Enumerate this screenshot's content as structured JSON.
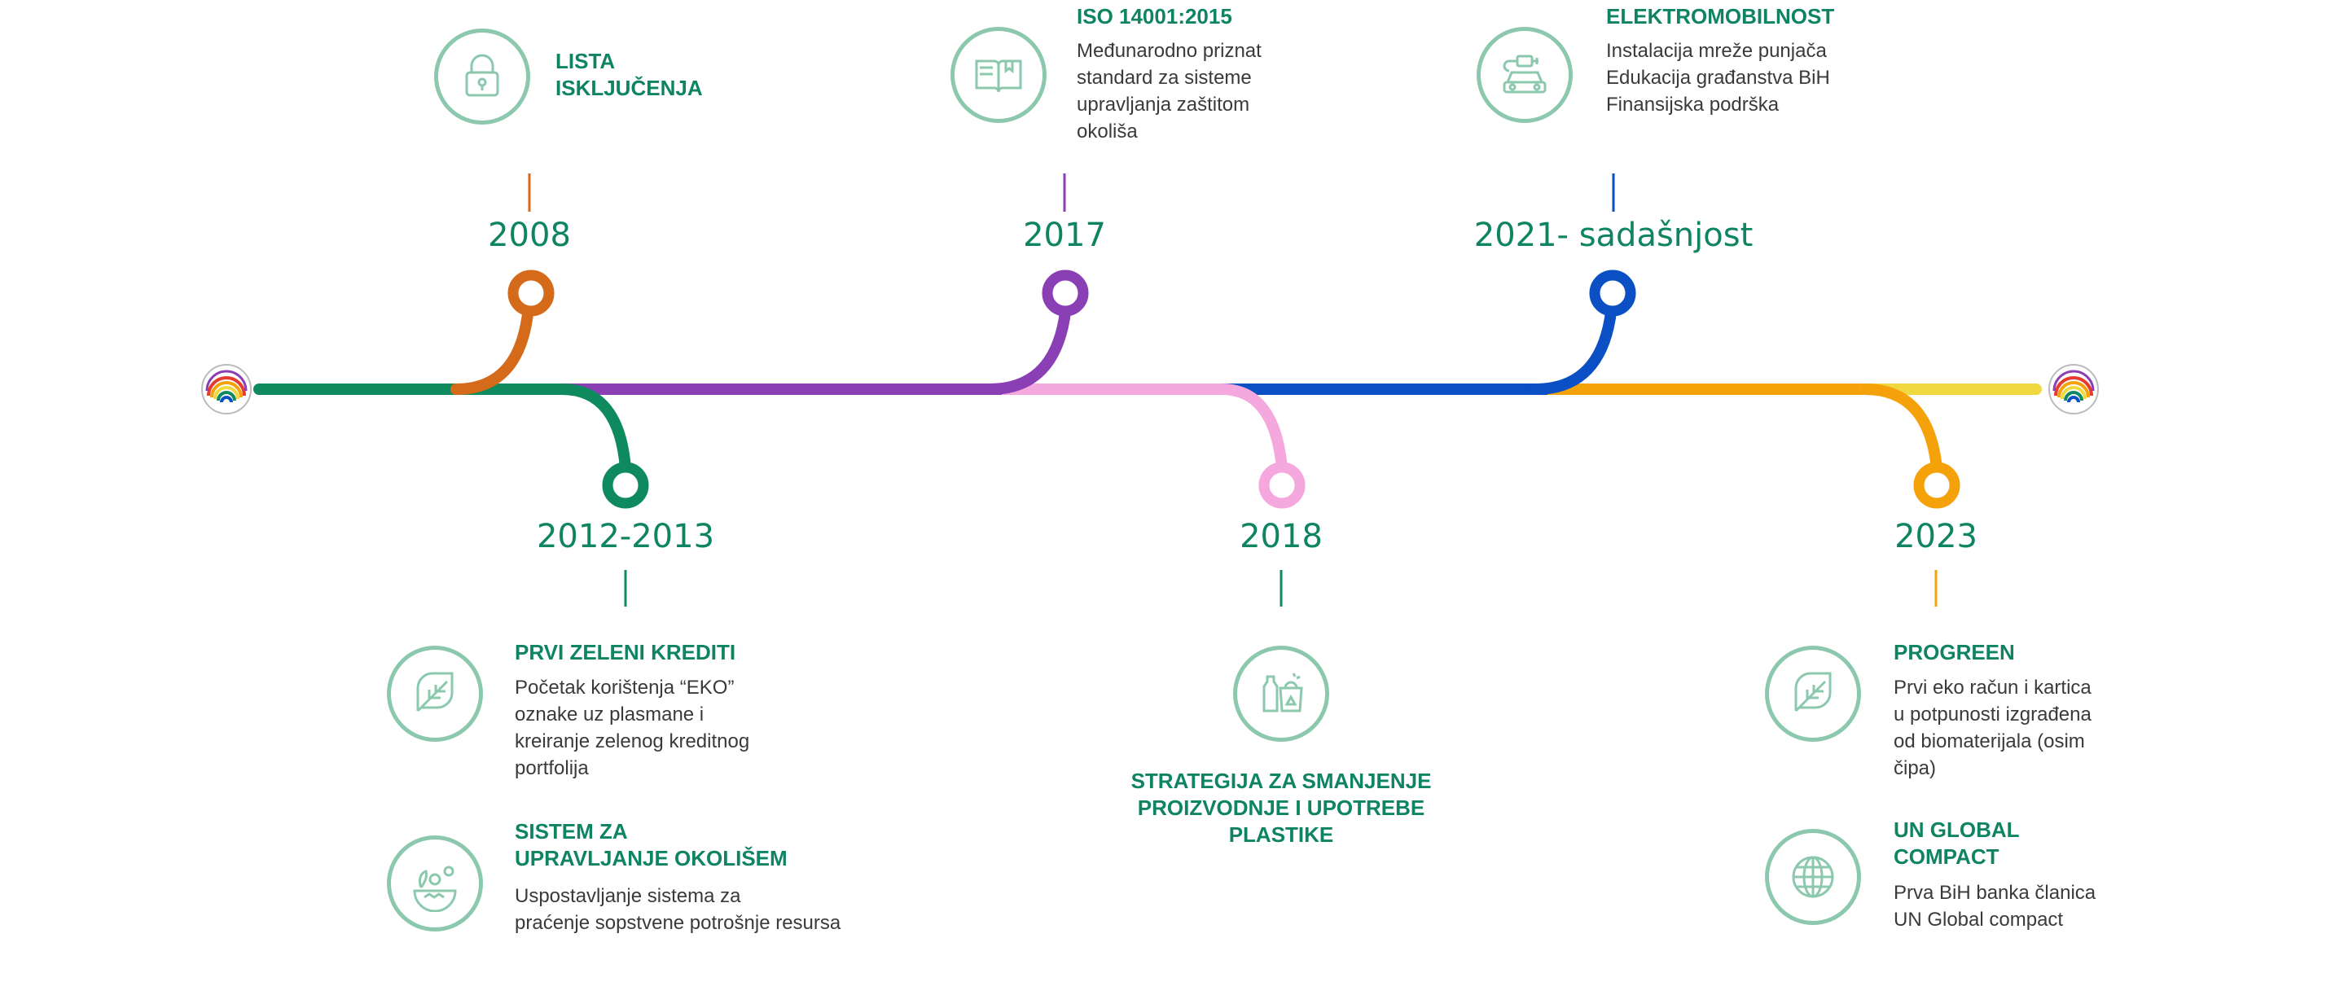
{
  "timeline": {
    "line_colors": [
      "#0f8a5f",
      "#d46a1a",
      "#8a3fb5",
      "#f5a8de",
      "#0a4fc4",
      "#f5a20a",
      "#f0d840"
    ],
    "years": {
      "y2008": "2008",
      "y2012": "2012-2013",
      "y2017": "2017",
      "y2018": "2018",
      "y2021": "2021- sadašnjost",
      "y2023": "2023"
    }
  },
  "milestones": {
    "lista": {
      "title": "LISTA\nISKLJUČENJA",
      "icon": "lock-icon"
    },
    "iso": {
      "title": "ISO 14001:2015",
      "desc": "Međunarodno priznat\nstandard za sisteme\nupravljanja zaštitom\nokoliša",
      "icon": "book-icon"
    },
    "emob": {
      "title": "ELEKTROMOBILNOST",
      "desc": "Instalacija mreže punjača\nEdukacija građanstva BiH\nFinansijska podrška",
      "icon": "electric-car-icon"
    },
    "krediti": {
      "title": "PRVI ZELENI KREDITI",
      "desc": "Početak korištenja “EKO”\noznake uz plasmane i\nkreiranje zelenog kreditnog\nportfolija",
      "icon": "leaf-icon"
    },
    "sistem": {
      "title": "SISTEM ZA\nUPRAVLJANJE OKOLIŠEM",
      "desc": "Uspostavljanje sistema za\npraćenje sopstvene potrošnje resursa",
      "icon": "eco-gears-icon"
    },
    "plastika": {
      "title": "STRATEGIJA ZA SMANJENJE\nPROIZVODNJE I UPOTREBE\nPLASTIKE",
      "icon": "plastic-bottle-bag-icon"
    },
    "progreen": {
      "title": "PROGREEN",
      "desc": "Prvi eko račun i kartica\nu potpunosti izgrađena\nod biomaterijala (osim\nčipa)",
      "icon": "leaf-icon"
    },
    "ungc": {
      "title": "UN GLOBAL\nCOMPACT",
      "desc": "Prva BiH banka članica\nUN Global compact",
      "icon": "globe-icon"
    }
  }
}
